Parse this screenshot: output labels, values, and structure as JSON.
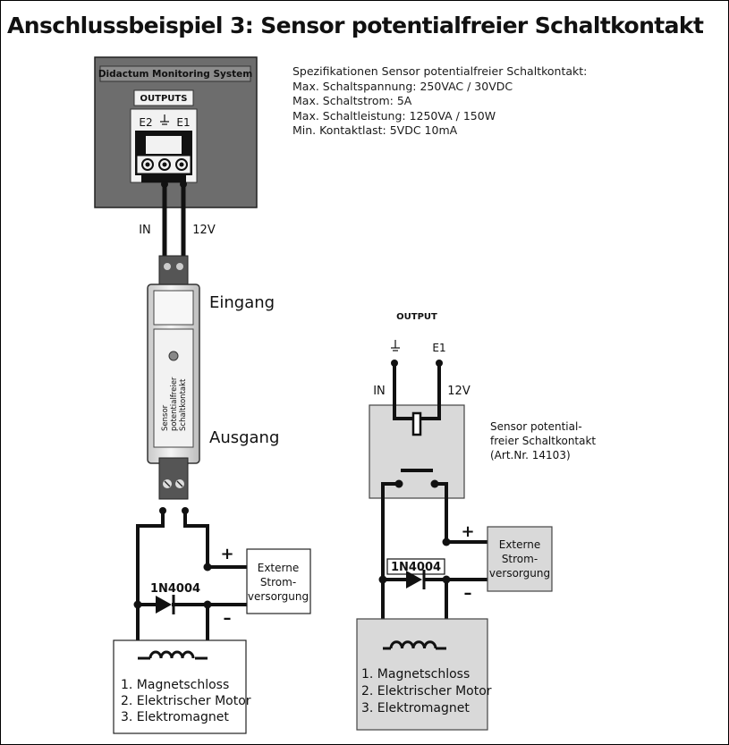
{
  "title": "Anschlussbeispiel 3:  Sensor potentialfreier Schaltkontakt",
  "specs": [
    "Spezifikationen Sensor potentialfreier Schaltkontakt:",
    "Max. Schaltspannung: 250VAC / 30VDC",
    "Max. Schaltstrom: 5A",
    "Max. Schaltleistung: 1250VA / 150W",
    "Min. Kontaktlast: 5VDC 10mA"
  ],
  "device": {
    "name": "Didactum Monitoring System",
    "outputs_label": "OUTPUTS",
    "e2": "E2",
    "e1": "E1"
  },
  "wires": {
    "in": "IN",
    "v12": "12V"
  },
  "sensor": {
    "input_label": "Eingang",
    "output_label": "Ausgang",
    "body_text": [
      "Sensor",
      "potentialfreier",
      "Schaltkontakt"
    ]
  },
  "left_circuit": {
    "diode": "1N4004",
    "plus": "+",
    "minus": "–",
    "power_supply": [
      "Externe",
      "Strom-",
      "versorgung"
    ],
    "loads": [
      "1. Magnetschloss",
      "2. Elektrischer Motor",
      "3. Elektromagnet"
    ]
  },
  "right_circuit": {
    "output_label": "OUTPUT",
    "e1": "E1",
    "in": "IN",
    "v12": "12V",
    "sensor_label": [
      "Sensor potential-",
      "freier Schaltkontakt",
      "(Art.Nr. 14103)"
    ],
    "diode": "1N4004",
    "plus": "+",
    "minus": "–",
    "power_supply": [
      "Externe",
      "Strom-",
      "versorgung"
    ],
    "loads": [
      "1. Magnetschloss",
      "2. Elektrischer Motor",
      "3. Elektromagnet"
    ]
  },
  "colors": {
    "device_body": "#6b6b6b",
    "box_gray": "#d9d9d9",
    "line": "#111111"
  }
}
